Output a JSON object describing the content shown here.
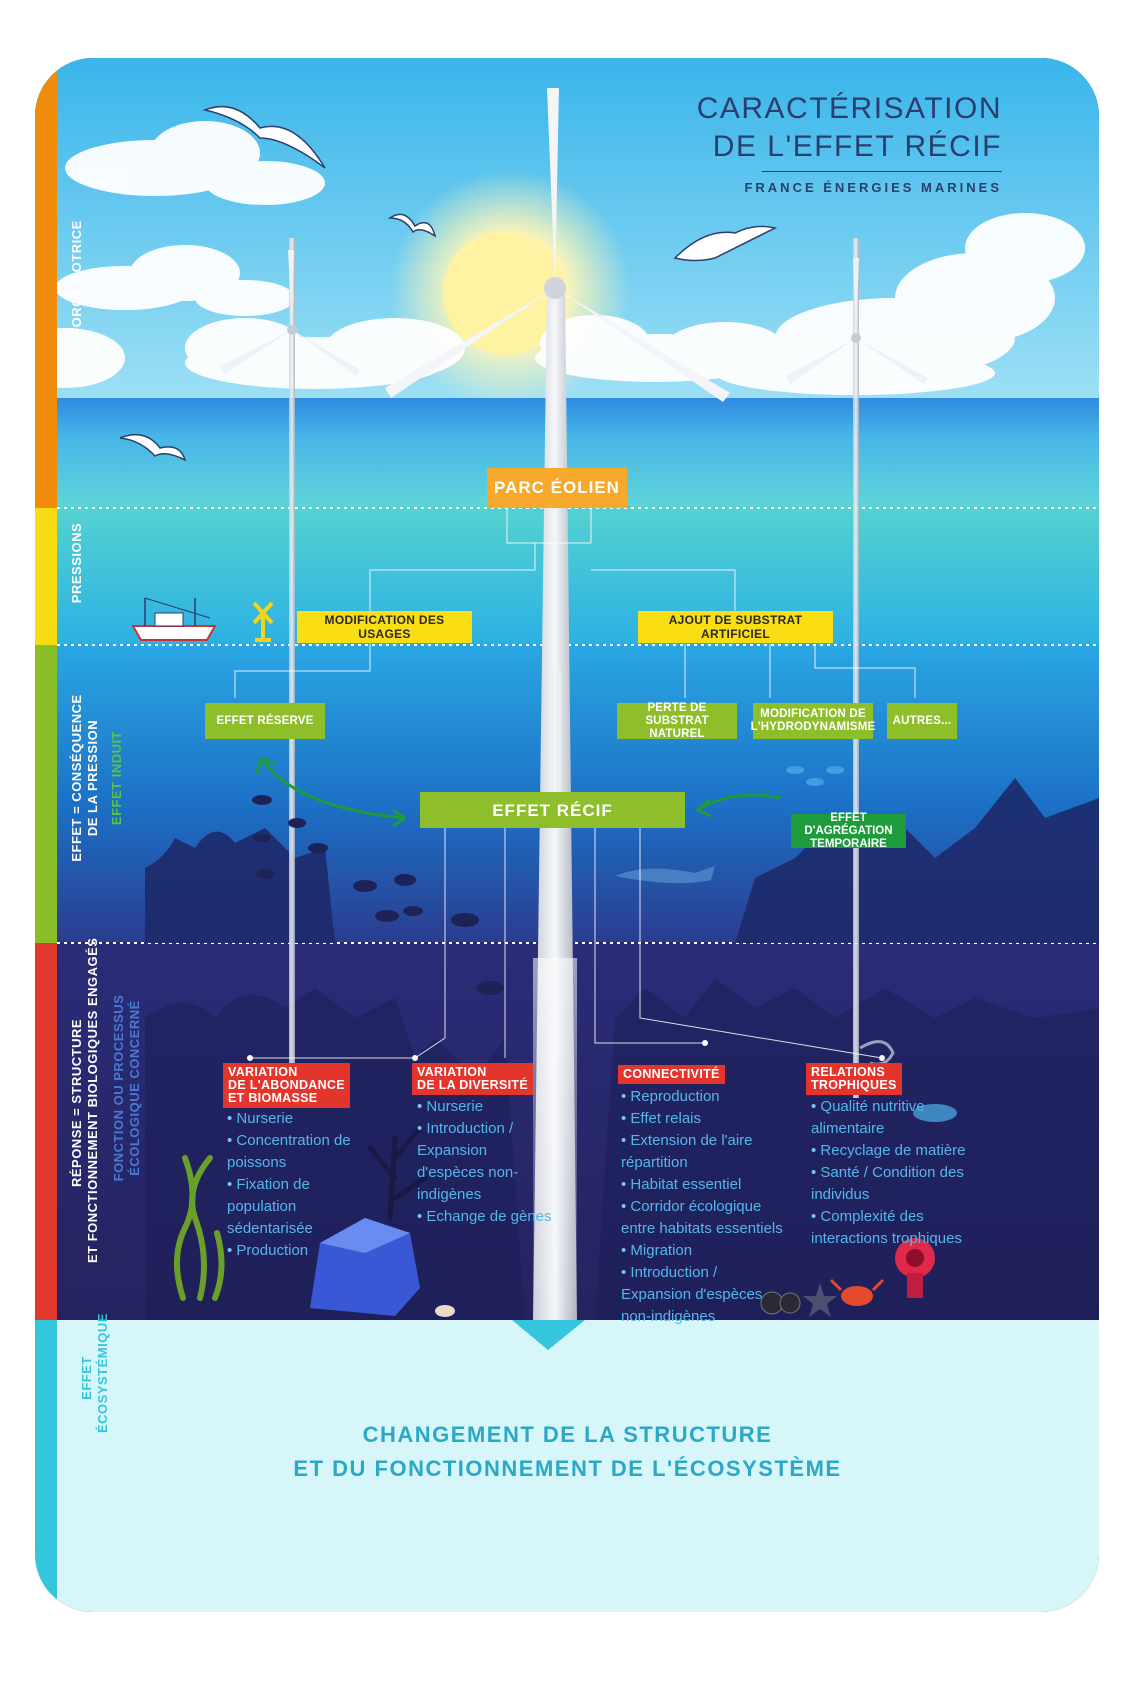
{
  "title": {
    "line1": "CARACTÉRISATION",
    "line2": "DE L'EFFET RÉCIF",
    "org": "FRANCE ÉNERGIES MARINES"
  },
  "bands": {
    "force_motrice": "FORCE MOTRICE",
    "pressions": "PRESSIONS",
    "effet_line1": "EFFET = CONSÉQUENCE",
    "effet_line2": "DE LA PRESSION",
    "effet_induit": "EFFET INDUIT",
    "reponse_line1": "RÉPONSE = STRUCTURE",
    "reponse_line2": "ET FONCTIONNEMENT BIOLOGIQUES ENGAGÉS",
    "fonction_line1": "FONCTION OU PROCESSUS",
    "fonction_line2": "ÉCOLOGIQUE CONCERNÉ",
    "eco_line1": "EFFET",
    "eco_line2": "ÉCOSYSTÉMIQUE"
  },
  "colors": {
    "force_motrice": "#f08c0c",
    "pressions": "#f6dc13",
    "effet": "#8bbf2a",
    "reponse": "#e03a2c",
    "ecosystemique": "#34c6dc"
  },
  "boxes": {
    "parc": "PARC ÉOLIEN",
    "usages": "MODIFICATION DES USAGES",
    "substrat": "AJOUT DE SUBSTRAT ARTIFICIEL",
    "reserve": "EFFET RÉSERVE",
    "perte": "PERTE DE SUBSTRAT\nNATUREL",
    "hydro": "MODIFICATION DE\nL'HYDRODYNAMISME",
    "autres": "AUTRES...",
    "recif": "EFFET RÉCIF",
    "agregation": "EFFET D'AGRÉGATION\nTEMPORAIRE"
  },
  "responses": [
    {
      "title": "VARIATION\nDE L'ABONDANCE\nET BIOMASSE",
      "items": [
        "Nurserie",
        "Concentration de poissons",
        "Fixation de population sédentarisée",
        "Production"
      ]
    },
    {
      "title": "VARIATION\nDE LA DIVERSITÉ",
      "items": [
        "Nurserie",
        "Introduction / Expansion d'espèces non-indigènes",
        "Echange de gènes"
      ]
    },
    {
      "title": "CONNECTIVITÉ",
      "items": [
        "Reproduction",
        "Effet relais",
        "Extension de l'aire répartition",
        "Habitat essentiel",
        "Corridor écologique entre habitats essentiels",
        "Migration",
        "Introduction / Expansion d'espèces non-indigènes"
      ]
    },
    {
      "title": "RELATIONS\nTROPHIQUES",
      "items": [
        "Qualité nutritive alimentaire",
        "Recyclage de matière",
        "Santé / Condition des individus",
        "Complexité des interactions trophiques"
      ]
    }
  ],
  "conclusion": {
    "line1": "CHANGEMENT DE LA STRUCTURE",
    "line2": "ET DU FONCTIONNEMENT DE L'ÉCOSYSTÈME"
  },
  "icons": [
    "seagull-icon",
    "wind-turbine-icon",
    "fishing-boat-icon",
    "buoy-icon",
    "fish-icon",
    "shark-icon",
    "crab-icon",
    "shrimp-icon",
    "seaweed-icon",
    "coral-icon",
    "anemone-icon",
    "starfish-icon",
    "sea-urchin-icon",
    "shell-icon",
    "rock-icon"
  ]
}
